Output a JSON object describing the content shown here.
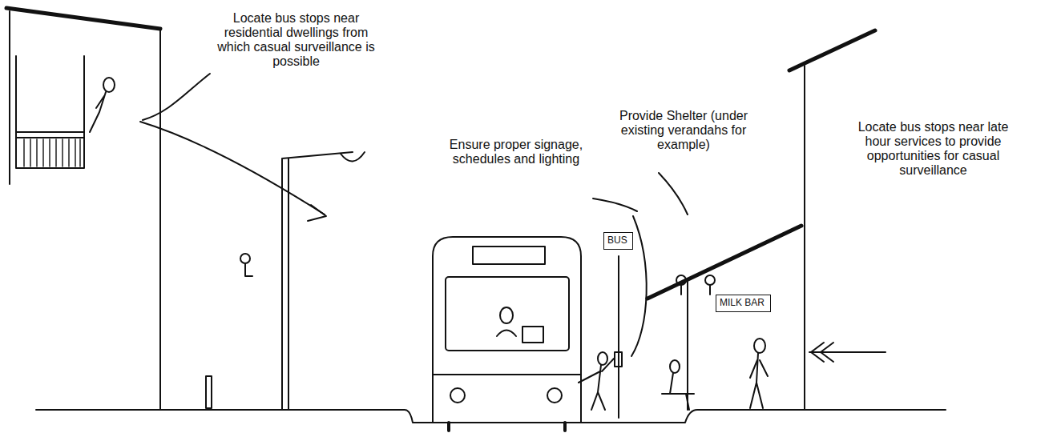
{
  "diagram": {
    "nodes": [
      {
        "text": [
          "BUS"
        ]
      },
      {
        "text": [
          "MILK BAR"
        ]
      }
    ],
    "labels": [
      "Locate bus stops near residential dwellings from which casual surveillance is possible",
      "Provide Shelter (under existing verandahs for example)",
      "Ensure proper signage, schedules and lighting",
      "Locate bus stops near late hour services to provide opportunities for casual surveillance"
    ]
  }
}
